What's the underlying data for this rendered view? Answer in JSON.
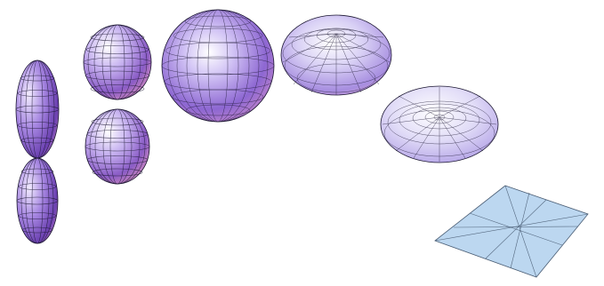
{
  "scene": {
    "background": "#ffffff",
    "surface_colors": {
      "highlight": "#ffffff",
      "lavender": "#b4a0e6",
      "purple": "#6e4ec8",
      "pink": "#e897b9",
      "deep_purple": "#3c2c88",
      "mesh_line": "#1a1530",
      "plane_fill": "#b9d4ef",
      "plane_line": "#4a5d74"
    },
    "objects": [
      {
        "name": "tall-lobes-shape",
        "shape": "two stacked narrow ellipsoid lobes"
      },
      {
        "name": "peanut-lobes-shape",
        "shape": "two stacked rounded lobes"
      },
      {
        "name": "sphere-shape",
        "shape": "sphere"
      },
      {
        "name": "oblate-spheroid-shape",
        "shape": "flattened spheroid with dimpled top"
      },
      {
        "name": "torus-like-disk-shape",
        "shape": "flat disk with central dimple"
      },
      {
        "name": "flat-square-plane",
        "shape": "square plane with radial lines"
      }
    ]
  }
}
